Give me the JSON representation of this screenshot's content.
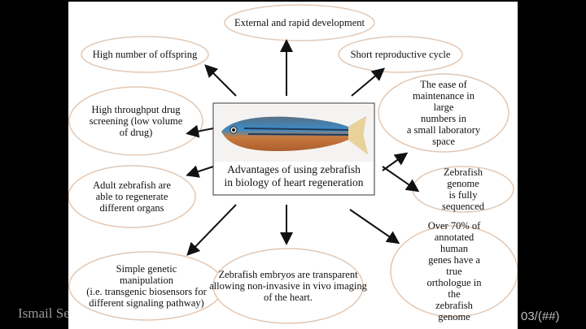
{
  "diagram": {
    "center_caption": "Advantages of using zebrafish\nin biology of heart regeneration",
    "nodes": [
      {
        "text": "External and rapid development"
      },
      {
        "text": "High number of offspring"
      },
      {
        "text": "Short reproductive cycle"
      },
      {
        "text": "High throughput drug\nscreening (low volume\nof drug)"
      },
      {
        "text": "The ease of\nmaintenance in large\nnumbers in\na small laboratory\nspace"
      },
      {
        "text": "Adult zebrafish are\nable to regenerate\ndifferent organs"
      },
      {
        "text": "Zebrafish genome\nis fully sequenced"
      },
      {
        "text": "Simple genetic\nmanipulation\n(i.e. transgenic biosensors for\ndifferent signaling pathway)"
      },
      {
        "text": "Zebrafish embryos are transparent\nallowing non-invasive in vivo imaging\nof the heart."
      },
      {
        "text": "Over 70% of\nannotated human\ngenes have a true\northologue in the\nzebrafish genome"
      }
    ],
    "ellipse_stroke": "#e2c8b4",
    "image": "zebrafish-photo"
  },
  "footer": {
    "author": "Ismail Se",
    "page": "03/(##)"
  }
}
